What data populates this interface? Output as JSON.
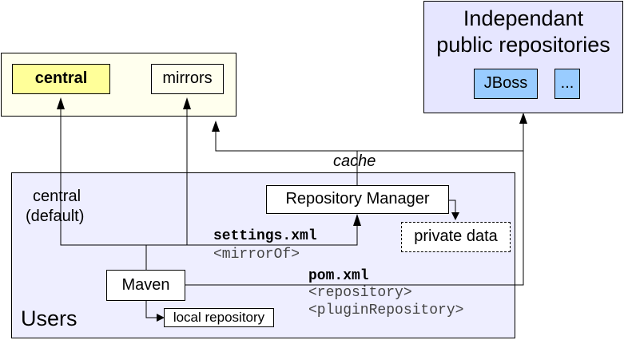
{
  "repositories": {
    "central_label": "central",
    "mirrors_label": "mirrors"
  },
  "independent": {
    "title_line1": "Independant",
    "title_line2": "public repositories",
    "jboss_label": "JBoss",
    "more_label": "..."
  },
  "cache_label": "cache",
  "users": {
    "group_label": "Users",
    "central_default_line1": "central",
    "central_default_line2": "(default)",
    "repository_manager_label": "Repository Manager",
    "private_data_label": "private data",
    "settings_xml_label": "settings.xml",
    "mirror_of_label": "<mirrorOf>",
    "pom_xml_label": "pom.xml",
    "repository_tag_label": "<repository>",
    "plugin_repository_tag_label": "<pluginRepository>",
    "maven_label": "Maven",
    "local_repository_label": "local repository"
  },
  "colors": {
    "repo_area_bg": "#ffffee",
    "central_bg": "#ffff99",
    "users_bg": "#eeeeff",
    "independent_bg": "#e6e6ff",
    "jboss_bg": "#99ccff",
    "line": "#000000"
  }
}
